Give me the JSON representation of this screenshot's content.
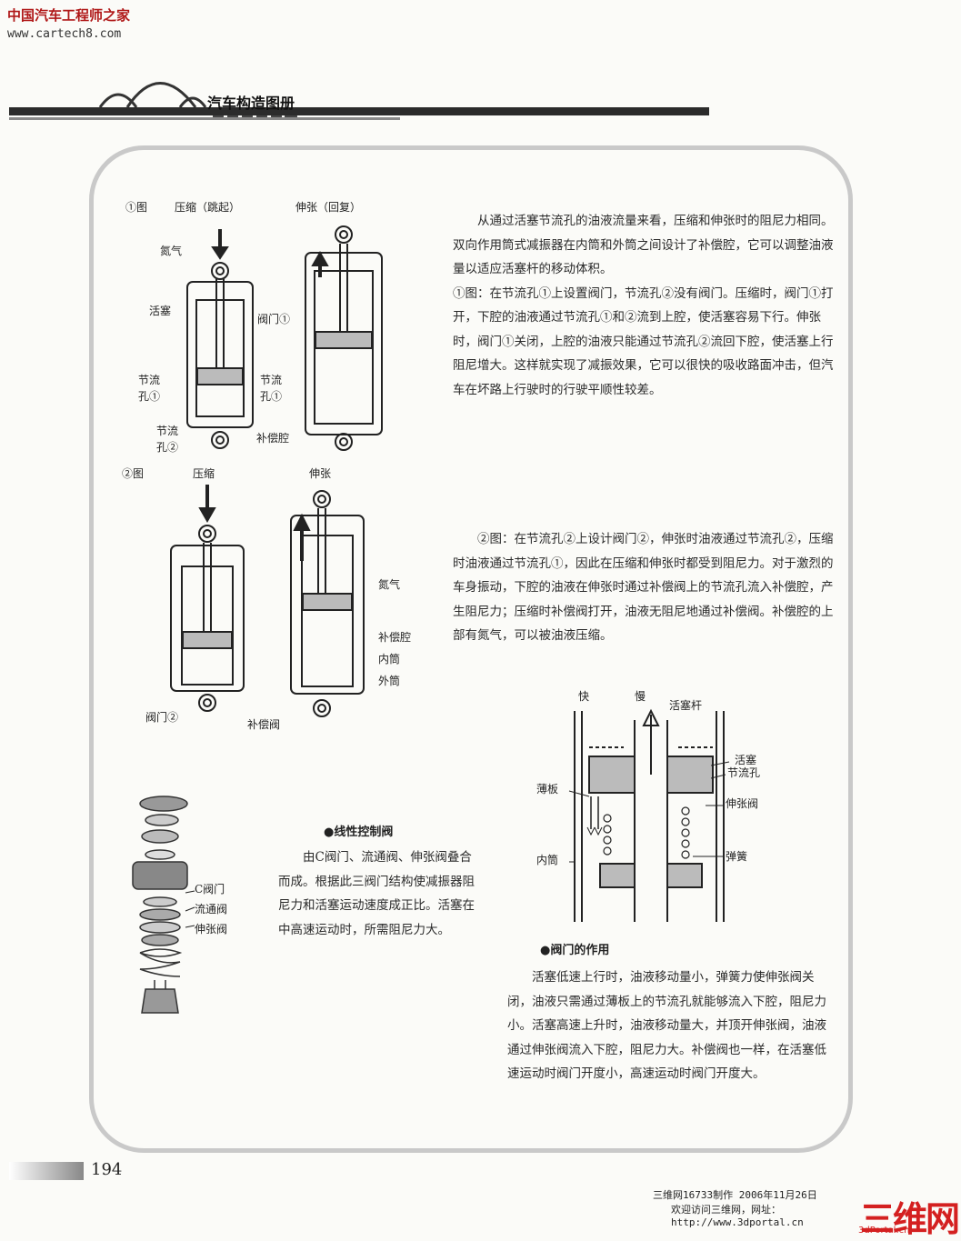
{
  "watermark": {
    "site_cn": "中国汽车工程师之家",
    "site_url": "www.cartech8.com"
  },
  "header": {
    "book_title": "汽车构造图册"
  },
  "fig1": {
    "tag": "①图",
    "compress_title": "压缩（跳起）",
    "extend_title": "伸张（回复）",
    "labels": {
      "gas": "氮气",
      "piston": "活塞",
      "valve1": "阀门①",
      "orifice1_left_a": "节流",
      "orifice1_left_b": "孔①",
      "orifice1_right_a": "节流",
      "orifice1_right_b": "孔①",
      "orifice2_a": "节流",
      "orifice2_b": "孔②",
      "comp_chamber": "补偿腔"
    }
  },
  "fig2": {
    "tag": "②图",
    "compress_title": "压缩",
    "extend_title": "伸张",
    "labels": {
      "gas": "氮气",
      "comp_chamber": "补偿腔",
      "inner": "内筒",
      "outer": "外筒",
      "valve2": "阀门②",
      "comp_valve": "补偿阀"
    }
  },
  "paragraphs": {
    "p1": "从通过活塞节流孔的油液流量来看，压缩和伸张时的阻尼力相同。双向作用筒式减振器在内筒和外筒之间设计了补偿腔，它可以调整油液量以适应活塞杆的移动体积。",
    "p2": "①图：在节流孔①上设置阀门，节流孔②没有阀门。压缩时，阀门①打开，下腔的油液通过节流孔①和②流到上腔，使活塞容易下行。伸张时，阀门①关闭，上腔的油液只能通过节流孔②流回下腔，使活塞上行阻尼增大。这样就实现了减振效果，它可以很快的吸收路面冲击，但汽车在坏路上行驶时的行驶平顺性较差。",
    "p3": "②图：在节流孔②上设计阀门②，伸张时油液通过节流孔②，压缩时油液通过节流孔①，因此在压缩和伸张时都受到阻尼力。对于激烈的车身振动，下腔的油液在伸张时通过补偿阀上的节流孔流入补偿腔，产生阻尼力；压缩时补偿阀打开，油液无阻尼地通过补偿阀。补偿腔的上部有氮气，可以被油液压缩。"
  },
  "section_linear": {
    "heading": "●线性控制阀",
    "text": "由C阀门、流通阀、伸张阀叠合而成。根据此三阀门结构使减振器阻尼力和活塞运动速度成正比。活塞在中高速运动时，所需阻尼力大。",
    "labels": {
      "c_valve": "C阀门",
      "flow_valve": "流通阀",
      "ext_valve": "伸张阀"
    }
  },
  "valve_fig": {
    "labels": {
      "fast": "快",
      "slow": "慢",
      "rod": "活塞杆",
      "piston": "活塞",
      "orifice": "节流孔",
      "plate": "薄板",
      "ext_valve": "伸张阀",
      "inner": "内筒",
      "spring": "弹簧"
    }
  },
  "section_valve": {
    "heading": "●阀门的作用",
    "text": "活塞低速上行时，油液移动量小，弹簧力使伸张阀关闭，油液只需通过薄板上的节流孔就能够流入下腔，阻尼力小。活塞高速上升时，油液移动量大，并顶开伸张阀，油液通过伸张阀流入下腔，阻尼力大。补偿阀也一样，在活塞低速运动时阀门开度小，高速运动时阀门开度大。"
  },
  "page_number": "194",
  "footer": {
    "line1": "三维网16733制作 2006年11月26日",
    "line2": "欢迎访问三维网，网址：",
    "line3": "http://www.3dportal.cn",
    "logo": "三维网",
    "logo_sub": "3dPortal.cn"
  }
}
